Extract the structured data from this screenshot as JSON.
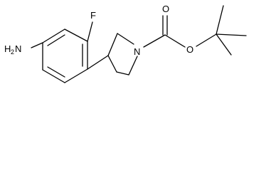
{
  "molecule": {
    "atoms": {
      "amine": {
        "symbol": "N",
        "hydrogen": "H",
        "hydrogen_count": "2"
      },
      "fluorine": {
        "symbol": "F"
      },
      "ring_nitrogen": {
        "symbol": "N"
      },
      "carbonyl_oxygen": {
        "symbol": "O"
      },
      "ester_oxygen": {
        "symbol": "O"
      }
    },
    "colors": {
      "bond": "#000000",
      "label": "#000000",
      "background": "#ffffff"
    }
  }
}
